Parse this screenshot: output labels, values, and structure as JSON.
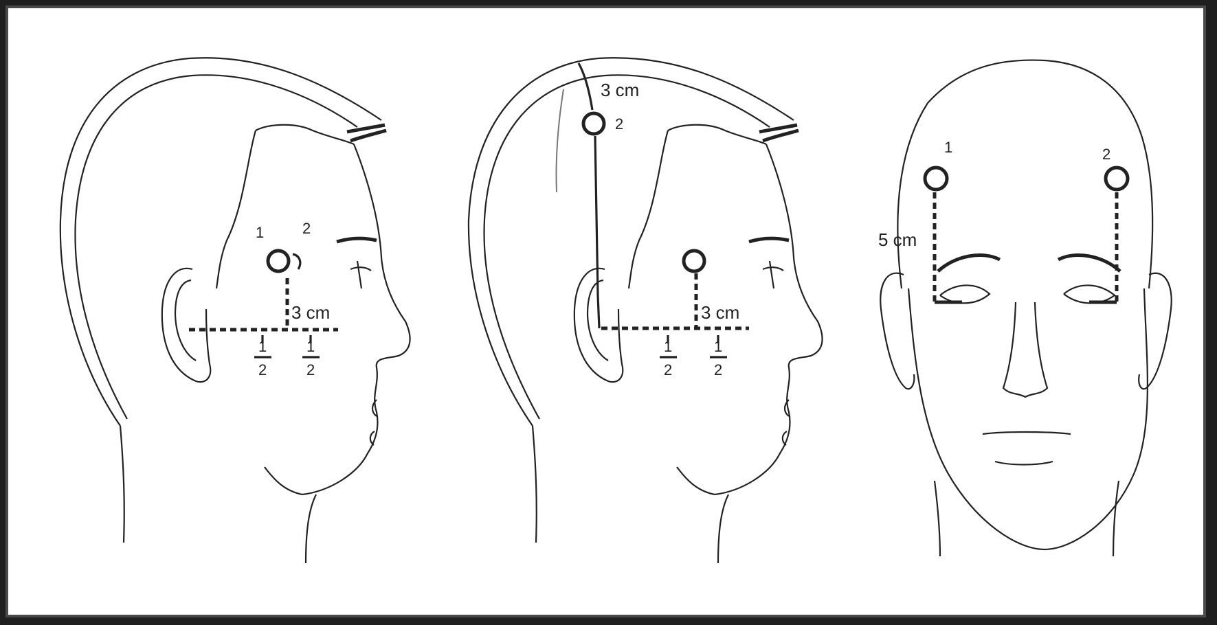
{
  "figure": {
    "left": {
      "point_1": "1",
      "point_2": "2",
      "distance": "3 cm",
      "half_a_num": "1",
      "half_a_den": "2",
      "half_b_num": "1",
      "half_b_den": "2"
    },
    "middle": {
      "top_distance": "3 cm",
      "point_2": "2",
      "distance": "3 cm",
      "half_a_num": "1",
      "half_a_den": "2",
      "half_b_num": "1",
      "half_b_den": "2"
    },
    "right": {
      "point_1": "1",
      "point_2": "2",
      "distance": "5 cm"
    }
  }
}
